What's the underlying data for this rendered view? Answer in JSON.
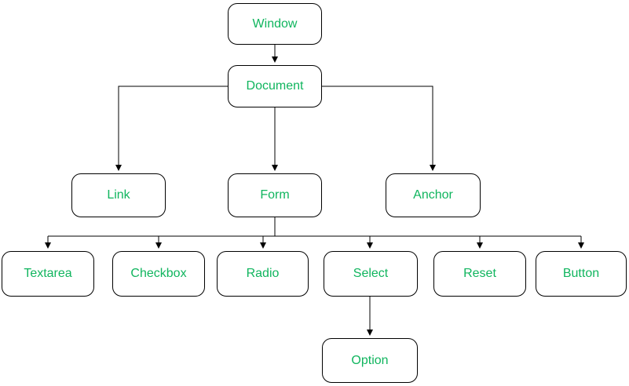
{
  "colors": {
    "node_text": "#10b55e",
    "node_border": "#000000",
    "connector": "#000000",
    "background": "#ffffff"
  },
  "diagram": {
    "type": "tree",
    "nodes": {
      "window": {
        "label": "Window"
      },
      "document": {
        "label": "Document"
      },
      "link": {
        "label": "Link"
      },
      "form": {
        "label": "Form"
      },
      "anchor": {
        "label": "Anchor"
      },
      "textarea": {
        "label": "Textarea"
      },
      "checkbox": {
        "label": "Checkbox"
      },
      "radio": {
        "label": "Radio"
      },
      "select": {
        "label": "Select"
      },
      "reset": {
        "label": "Reset"
      },
      "button": {
        "label": "Button"
      },
      "option": {
        "label": "Option"
      }
    },
    "edges": [
      {
        "from": "Window",
        "to": "Document"
      },
      {
        "from": "Document",
        "to": "Link"
      },
      {
        "from": "Document",
        "to": "Form"
      },
      {
        "from": "Document",
        "to": "Anchor"
      },
      {
        "from": "Form",
        "to": "Textarea"
      },
      {
        "from": "Form",
        "to": "Checkbox"
      },
      {
        "from": "Form",
        "to": "Radio"
      },
      {
        "from": "Form",
        "to": "Select"
      },
      {
        "from": "Form",
        "to": "Reset"
      },
      {
        "from": "Form",
        "to": "Button"
      },
      {
        "from": "Select",
        "to": "Option"
      }
    ]
  }
}
